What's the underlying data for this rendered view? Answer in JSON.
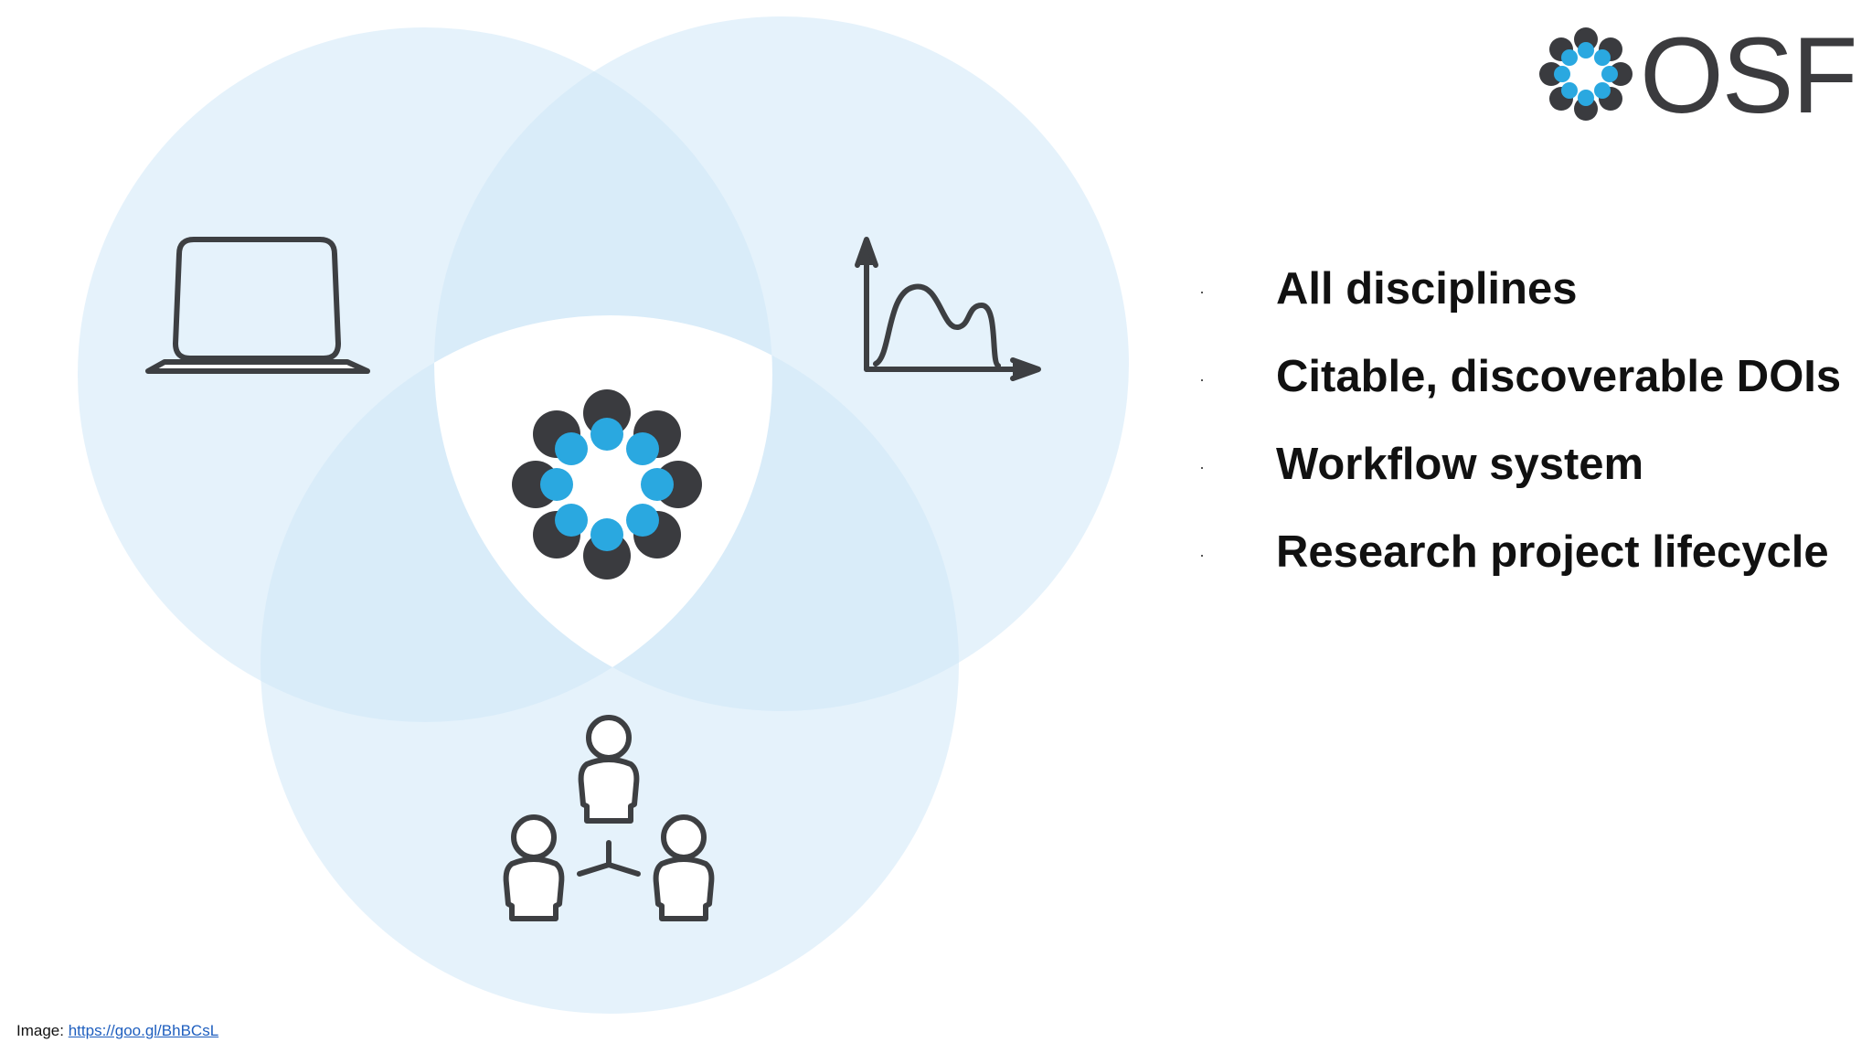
{
  "logo": {
    "text": "OSF"
  },
  "bullets": [
    "All disciplines",
    "Citable, discoverable DOIs",
    "Workflow system",
    "Research project lifecycle"
  ],
  "caption": {
    "label": "Image:",
    "link_text": "https://goo.gl/BhBCsL"
  },
  "colors": {
    "circle_fill": "#dbeefb",
    "icon_stroke": "#3d3f42",
    "osf_dark": "#3a3b3f",
    "osf_blue": "#2aa8e0"
  },
  "icons": [
    "laptop-icon",
    "chart-icon",
    "people-icon",
    "osf-logo-icon"
  ]
}
